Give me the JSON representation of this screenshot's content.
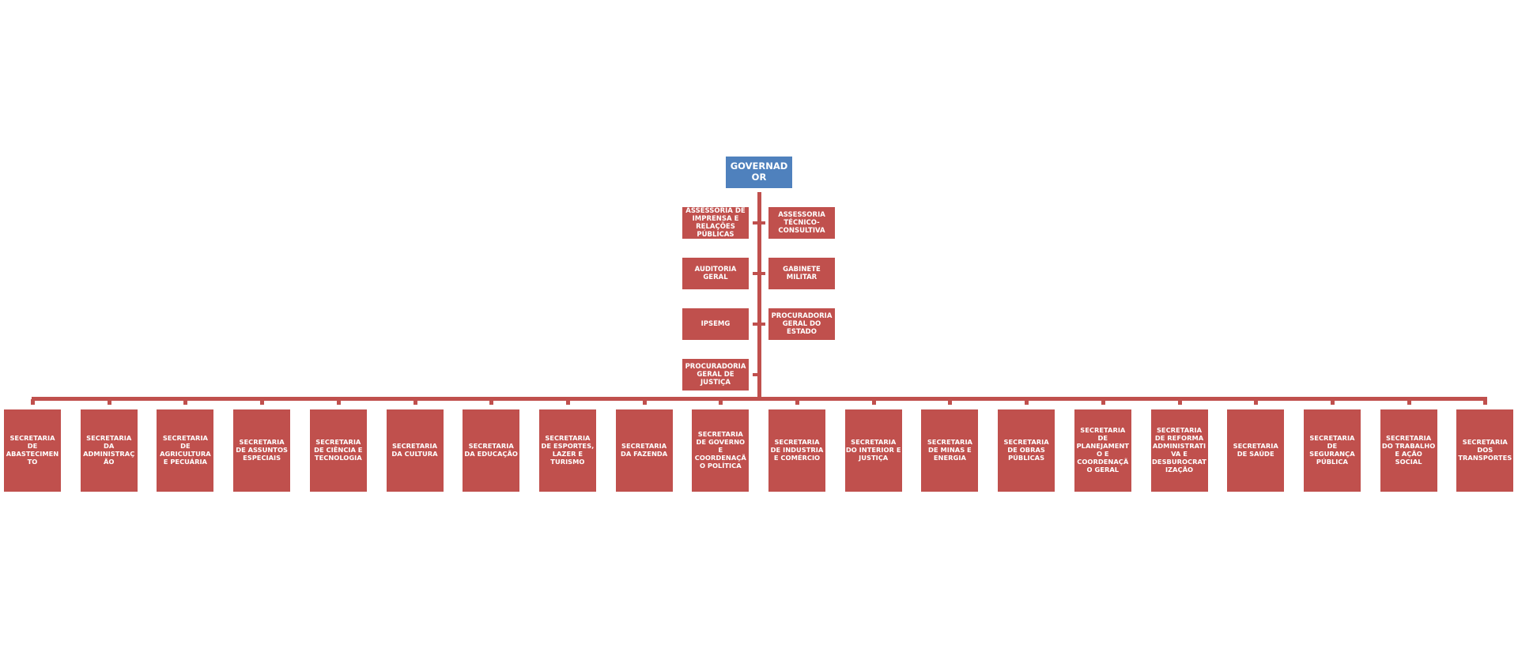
{
  "colors": {
    "unit": "#C0504D",
    "head": "#4F81BD"
  },
  "governor": "GOVERNADOR",
  "staff_left": [
    "ASSESSORIA DE IMPRENSA E RELAÇÕES PÚBLICAS",
    "AUDITORIA GERAL",
    "IPSEMG",
    "PROCURADORIA GERAL DE JUSTIÇA"
  ],
  "staff_right": [
    "ASSESSORIA TÉCNICO-CONSULTIVA",
    "GABINETE MILITAR",
    "PROCURADORIA GERAL DO ESTADO"
  ],
  "secretarias": [
    "SECRETARIA DE ABASTECIMENTO",
    "SECRETARIA DA ADMINISTRAÇÃO",
    "SECRETARIA DE AGRICULTURA E PECUÁRIA",
    "SECRETARIA DE ASSUNTOS ESPECIAIS",
    "SECRETARIA DE CIÊNCIA E TECNOLOGIA",
    "SECRETARIA DA CULTURA",
    "SECRETARIA DA EDUCAÇÃO",
    "SECRETARIA DE ESPORTES, LAZER E TURISMO",
    "SECRETARIA DA FAZENDA",
    "SECRETARIA DE GOVERNO E COORDENAÇÃO POLÍTICA",
    "SECRETARIA DE INDUSTRIA E COMÉRCIO",
    "SECRETARIA DO INTERIOR E JUSTIÇA",
    "SECRETARIA DE MINAS E ENERGIA",
    "SECRETARIA DE OBRAS PÚBLICAS",
    "SECRETARIA DE PLANEJAMENTO E COORDENAÇÃO GERAL",
    "SECRETARIA DE REFORMA ADMINISTRATIVA E DESBUROCRATIZAÇÃO",
    "SECRETARIA DE SAÚDE",
    "SECRETARIA DE SEGURANÇA PÚBLICA",
    "SECRETARIA DO TRABALHO E AÇÃO SOCIAL",
    "SECRETARIA DOS TRANSPORTES"
  ]
}
